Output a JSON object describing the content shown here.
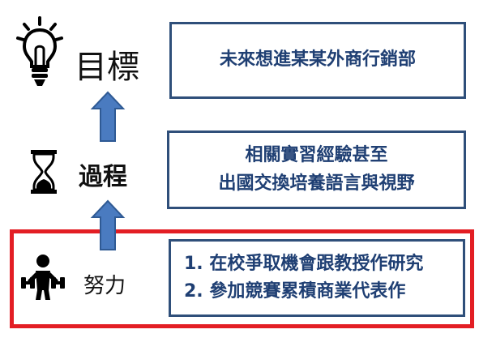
{
  "levels": {
    "goal": {
      "title": "目標",
      "box_lines": [
        "未來想進某某外商行銷部"
      ]
    },
    "process": {
      "title": "過程",
      "box_lines": [
        "相關實習經驗甚至",
        "出國交換培養語言與視野"
      ]
    },
    "effort": {
      "title": "努力",
      "box_lines": [
        "1. 在校爭取機會跟教授作研究",
        "2. 參加競賽累積商業代表作"
      ]
    }
  },
  "icons": {
    "goal": "lightbulb-icon",
    "process": "hourglass-icon",
    "effort": "weightlifter-icon"
  },
  "colors": {
    "box_border": "#2f4f7a",
    "box_text": "#1f3f73",
    "arrow_fill": "#4a7bc0",
    "arrow_stroke": "#2f5a94",
    "highlight": "#e31e24"
  }
}
